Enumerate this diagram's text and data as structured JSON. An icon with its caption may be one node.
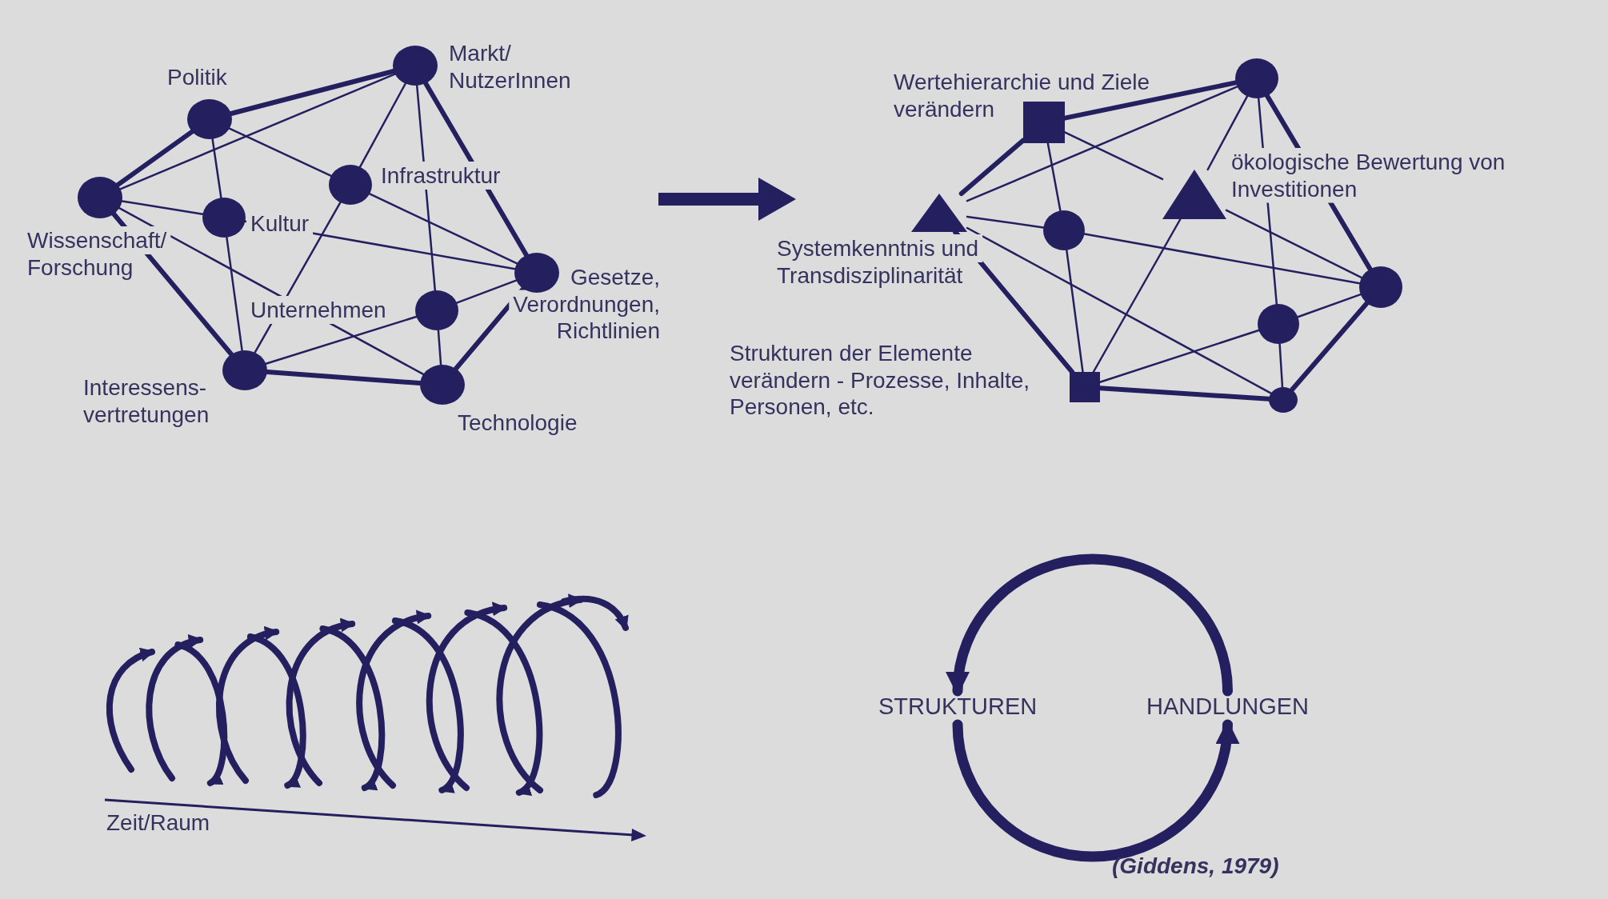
{
  "diagram": {
    "nodes": [
      {
        "text": [],
        "shape": "circle",
        "beside": [
          "Markt/ NutzerInnen"
        ]
      },
      {
        "text": [],
        "shape": "circle",
        "beside": [
          "Politik"
        ]
      },
      {
        "text": [],
        "shape": "circle",
        "beside": [
          "Wissenschaft/ Forschung"
        ]
      },
      {
        "text": [],
        "shape": "circle",
        "beside": [
          "Infrastruktur"
        ]
      },
      {
        "text": [],
        "shape": "circle",
        "beside": [
          "Kultur"
        ]
      },
      {
        "text": [],
        "shape": "circle",
        "beside": [
          "Gesetze, Verordnungen, Richtlinien"
        ]
      },
      {
        "text": [],
        "shape": "circle",
        "beside": [
          "Unternehmen"
        ]
      },
      {
        "text": [],
        "shape": "circle",
        "beside": [
          "Interessens- vertretungen"
        ]
      },
      {
        "text": [],
        "shape": "circle",
        "beside": [
          "Technologie"
        ]
      },
      {
        "text": [],
        "shape": "box",
        "beside": [
          "Wertehierarchie und Ziele verändern"
        ]
      },
      {
        "text": [],
        "shape": "circle"
      },
      {
        "text": [],
        "shape": "triangle",
        "beside": [
          "Systemkenntnis und Transdisziplinarität"
        ]
      },
      {
        "text": [],
        "shape": "triangle",
        "beside": [
          "ökologische Bewertung von Investitionen"
        ]
      },
      {
        "text": [],
        "shape": "circle"
      },
      {
        "text": [],
        "shape": "circle"
      },
      {
        "text": [],
        "shape": "circle"
      },
      {
        "text": [],
        "shape": "box",
        "beside": [
          "Strukturen der Elemente verändern - Prozesse, Inhalte, Personen, etc."
        ]
      },
      {
        "text": [],
        "shape": "circle"
      },
      {
        "text": [
          "STRUKTUREN"
        ]
      },
      {
        "text": [
          "HANDLUNGEN"
        ]
      }
    ],
    "edges": [
      {
        "from": 1,
        "to": 0,
        "arrow": "none",
        "style": "thick"
      },
      {
        "from": 2,
        "to": 1,
        "arrow": "none",
        "style": "thick"
      },
      {
        "from": 2,
        "to": 0,
        "arrow": "none"
      },
      {
        "from": 1,
        "to": 3,
        "arrow": "none"
      },
      {
        "from": 1,
        "to": 4,
        "arrow": "none"
      },
      {
        "from": 2,
        "to": 4,
        "arrow": "none"
      },
      {
        "from": 0,
        "to": 3,
        "arrow": "none"
      },
      {
        "from": 0,
        "to": 6,
        "arrow": "none"
      },
      {
        "from": 0,
        "to": 5,
        "arrow": "none",
        "style": "thick"
      },
      {
        "from": 3,
        "to": 5,
        "arrow": "none"
      },
      {
        "from": 4,
        "to": 5,
        "arrow": "none"
      },
      {
        "from": 2,
        "to": 8,
        "arrow": "none"
      },
      {
        "from": 2,
        "to": 7,
        "arrow": "none",
        "style": "thick"
      },
      {
        "from": 4,
        "to": 7,
        "arrow": "none"
      },
      {
        "from": 3,
        "to": 7,
        "arrow": "none"
      },
      {
        "from": 6,
        "to": 5,
        "arrow": "none"
      },
      {
        "from": 6,
        "to": 7,
        "arrow": "none"
      },
      {
        "from": 6,
        "to": 8,
        "arrow": "none"
      },
      {
        "from": 7,
        "to": 8,
        "arrow": "none",
        "style": "thick"
      },
      {
        "from": 5,
        "to": 8,
        "arrow": "none",
        "style": "thick"
      },
      {
        "from": 9,
        "to": 10,
        "arrow": "none",
        "style": "thick"
      },
      {
        "from": 9,
        "to": 11,
        "arrow": "none",
        "style": "thick"
      },
      {
        "from": 11,
        "to": 10,
        "arrow": "none"
      },
      {
        "from": 9,
        "to": 13,
        "arrow": "none"
      },
      {
        "from": 9,
        "to": 12,
        "arrow": "none"
      },
      {
        "from": 12,
        "to": 14,
        "arrow": "none"
      },
      {
        "from": 10,
        "to": 12,
        "arrow": "none"
      },
      {
        "from": 10,
        "to": 15,
        "arrow": "none"
      },
      {
        "from": 10,
        "to": 14,
        "arrow": "none",
        "style": "thick"
      },
      {
        "from": 11,
        "to": 13,
        "arrow": "none"
      },
      {
        "from": 11,
        "to": 17,
        "arrow": "none"
      },
      {
        "from": 11,
        "to": 16,
        "arrow": "none",
        "style": "thick"
      },
      {
        "from": 13,
        "to": 14,
        "arrow": "none"
      },
      {
        "from": 13,
        "to": 16,
        "arrow": "none"
      },
      {
        "from": 12,
        "to": 16,
        "arrow": "none"
      },
      {
        "from": 16,
        "to": 15,
        "arrow": "none"
      },
      {
        "from": 16,
        "to": 17,
        "arrow": "none",
        "style": "thick"
      },
      {
        "from": 15,
        "to": 14,
        "arrow": "none"
      },
      {
        "from": 15,
        "to": 17,
        "arrow": "none"
      },
      {
        "from": 17,
        "to": 14,
        "arrow": "none",
        "style": "thick"
      },
      {
        "from": 19,
        "to": 18,
        "arrow": "to",
        "style": "thick"
      },
      {
        "from": 18,
        "to": 19,
        "arrow": "to",
        "style": "thick"
      }
    ],
    "labels": [
      "Zeit/Raum",
      "(Giddens, 1979)"
    ]
  }
}
